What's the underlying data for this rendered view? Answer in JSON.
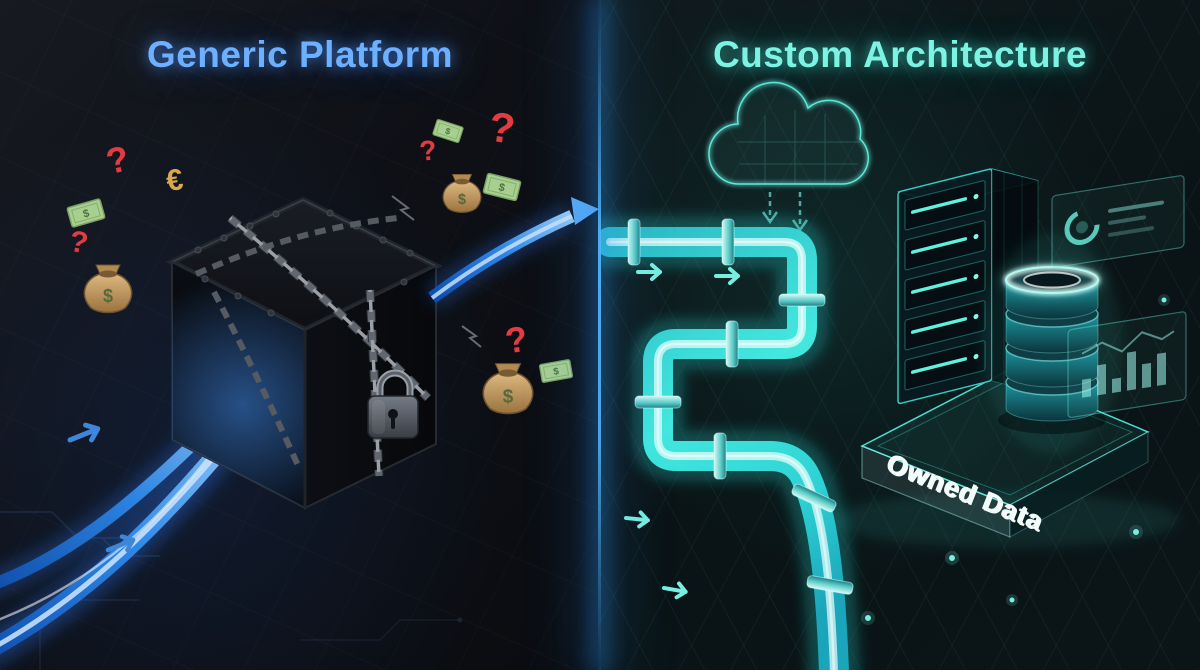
{
  "header": {
    "left_title": "Generic Platform",
    "right_title": "Custom Architecture"
  },
  "left_scene": {
    "symbols": {
      "question": "?",
      "dollar": "$",
      "euro": "€"
    },
    "icons": [
      "locked-crate-icon",
      "chain-icon",
      "padlock-icon",
      "data-stream-icon",
      "money-bag-icon",
      "banknote-icon",
      "question-mark-icon",
      "arrow-icon"
    ]
  },
  "right_scene": {
    "platform_label": "Owned Data",
    "icons": [
      "cloud-icon",
      "data-pipeline-icon",
      "pipe-flange-icon",
      "server-rack-icon",
      "database-stack-icon",
      "dashboard-panel-icon",
      "arrow-icon",
      "node-dot-icon"
    ]
  },
  "colors": {
    "left_title_blue": "#6db0ff",
    "right_title_teal": "#7df3e4",
    "divider_blue": "#2e9bff",
    "stream_blue": "#3f8fe8",
    "question_red": "#e23b41",
    "banknote_green": "#a7cf8f",
    "money_bag_tan": "#c9a36b",
    "gold": "#d9a94f",
    "pipe_teal": "#3fe3da",
    "label_white": "#f4fcfb"
  }
}
